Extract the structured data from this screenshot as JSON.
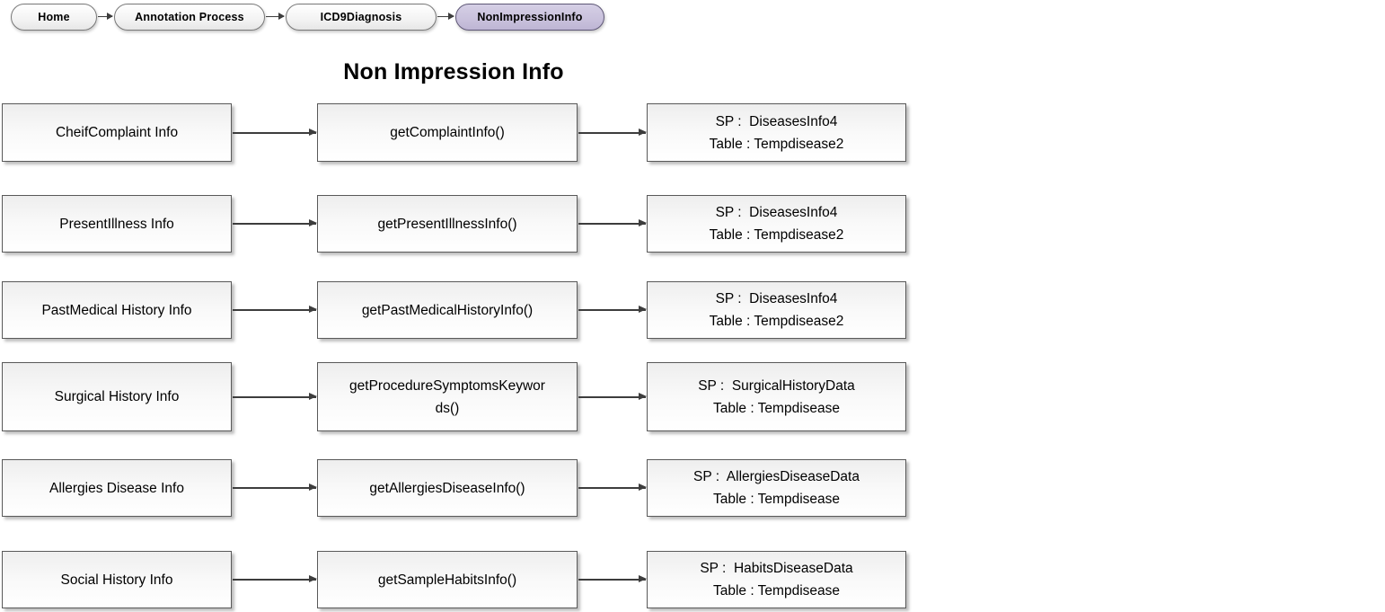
{
  "breadcrumb": {
    "items": [
      {
        "label": "Home",
        "active": false
      },
      {
        "label": "Annotation Process",
        "active": false
      },
      {
        "label": "ICD9Diagnosis",
        "active": false
      },
      {
        "label": "NonImpressionInfo",
        "active": true
      }
    ]
  },
  "page": {
    "title": "Non Impression Info"
  },
  "colors": {
    "active_pill": "#c9c1dc",
    "pill_border": "#787878",
    "box_border": "#595959",
    "arrow": "#3d3d3d"
  },
  "flow_rows": [
    {
      "source": "CheifComplaint Info",
      "method": "getComplaintInfo()",
      "sp": "SP :  DiseasesInfo4",
      "table": "Table : Tempdisease2"
    },
    {
      "source": "PresentIllness Info",
      "method": "getPresentIllnessInfo()",
      "sp": "SP :  DiseasesInfo4",
      "table": "Table : Tempdisease2"
    },
    {
      "source": "PastMedical History Info",
      "method": "getPastMedicalHistoryInfo()",
      "sp": "SP :  DiseasesInfo4",
      "table": "Table : Tempdisease2"
    },
    {
      "source": "Surgical History Info",
      "method": "getProcedureSymptomsKeywords()",
      "sp": "SP :  SurgicalHistoryData",
      "table": "Table : Tempdisease"
    },
    {
      "source": "Allergies Disease Info",
      "method": "getAllergiesDiseaseInfo()",
      "sp": "SP :  AllergiesDiseaseData",
      "table": "Table : Tempdisease"
    },
    {
      "source": "Social History Info",
      "method": "getSampleHabitsInfo()",
      "sp": "SP :  HabitsDiseaseData",
      "table": "Table : Tempdisease"
    }
  ]
}
